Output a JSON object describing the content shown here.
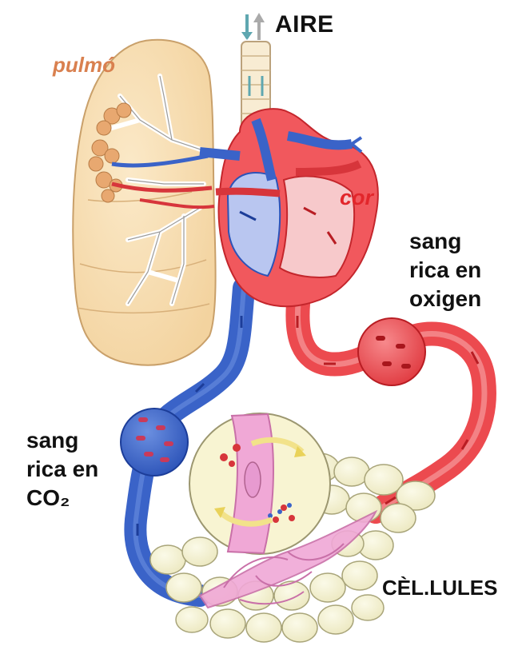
{
  "labels": {
    "air": "AIRE",
    "lung": "pulmó",
    "heart": "cor",
    "oxygen_blood": [
      "sang",
      "rica en",
      "oxigen"
    ],
    "co2_blood": [
      "sang",
      "rica en",
      "CO₂"
    ],
    "cells": "CÈL.LULES"
  },
  "colors": {
    "lung_fill": "#f7dfb5",
    "lung_label": "#d9804f",
    "oxygenated_blood": "#ec4a4f",
    "deoxygenated_blood": "#3a63c8",
    "heart_label": "#e2262b",
    "cell_fill": "#f3f0cf",
    "capillary_fill": "#f0a8d6"
  }
}
